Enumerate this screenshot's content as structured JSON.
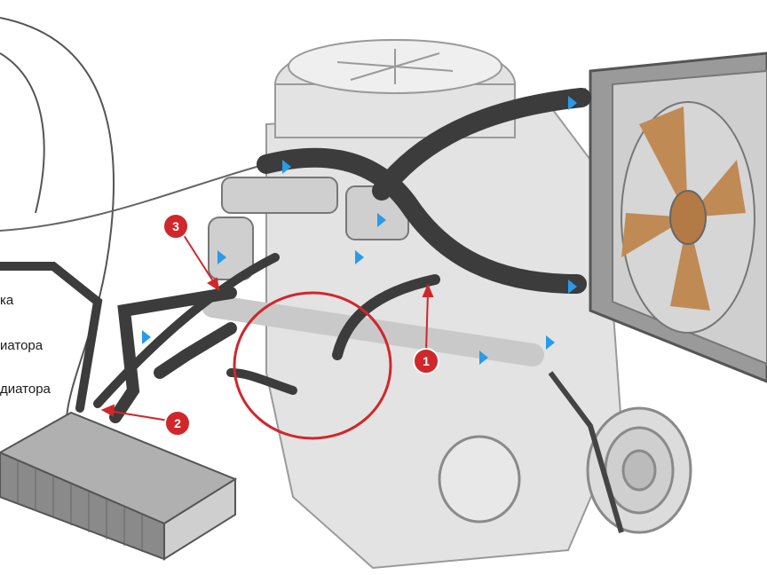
{
  "side_labels": [
    "ка",
    "иатора",
    "диатора"
  ],
  "callouts": [
    {
      "number": "1"
    },
    {
      "number": "2"
    },
    {
      "number": "3"
    }
  ],
  "colors": {
    "hose": "#3c3c3c",
    "engine": "#d9d9d9",
    "flow_arrow": "#2a9be6",
    "callout": "#d0272b",
    "fan_blade": "#c08a55",
    "radiator_metal": "#8a8a8a"
  }
}
